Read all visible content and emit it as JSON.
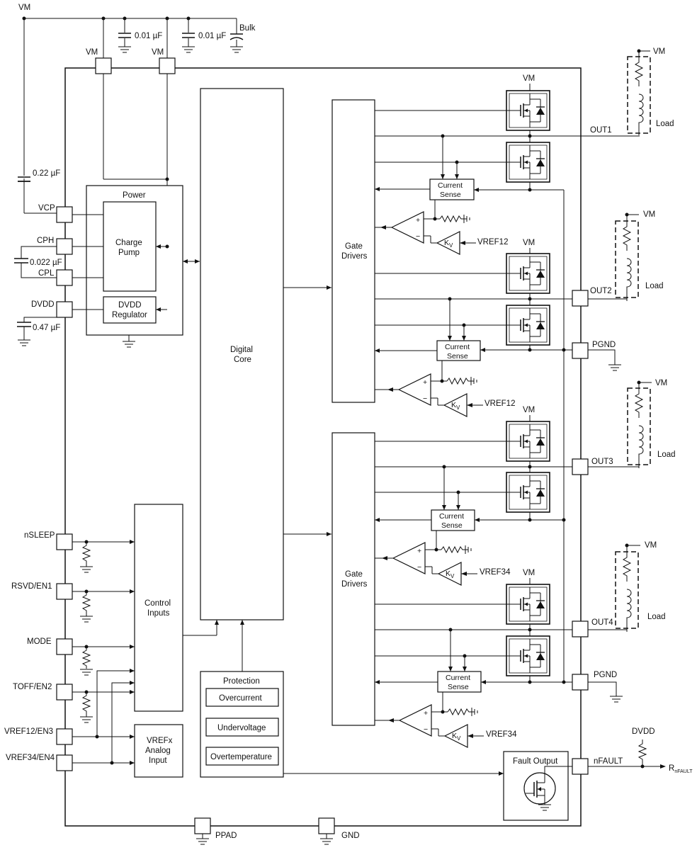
{
  "pins": {
    "vcp": "VCP",
    "cph": "CPH",
    "cpl": "CPL",
    "dvdd": "DVDD",
    "nsleep": "nSLEEP",
    "rsvd_en1": "RSVD/EN1",
    "mode": "MODE",
    "toff_en2": "TOFF/EN2",
    "vref12_en3": "VREF12/EN3",
    "vref34_en4": "VREF34/EN4",
    "out1": "OUT1",
    "out2": "OUT2",
    "out3": "OUT3",
    "out4": "OUT4",
    "pgnd": "PGND",
    "nfault": "nFAULT",
    "ppad": "PPAD",
    "gnd": "GND",
    "vm": "VM"
  },
  "caps": {
    "vm_1": "0.01 µF",
    "vm_2": "0.01 µF",
    "bulk": "Bulk",
    "vcp": "0.22 µF",
    "cp": "0.022 µF",
    "dvdd": "0.47 µF"
  },
  "blocks": {
    "power": "Power",
    "charge_pump": [
      "Charge",
      "Pump"
    ],
    "dvdd_regulator": [
      "DVDD",
      "Regulator"
    ],
    "digital_core": [
      "Digital",
      "Core"
    ],
    "gate_drivers": [
      "Gate",
      "Drivers"
    ],
    "current_sense": [
      "Current",
      "Sense"
    ],
    "control_inputs": [
      "Control",
      "Inputs"
    ],
    "vrefx_analog": [
      "VREFx",
      "Analog",
      "Input"
    ],
    "protection": "Protection",
    "overcurrent": "Overcurrent",
    "undervoltage": "Undervoltage",
    "overtemperature": "Overtemperature",
    "fault_output": "Fault Output"
  },
  "signals": {
    "vref12": "VREF12",
    "vref34": "VREF34",
    "kv_main": "K",
    "kv_sub": "V",
    "plus": "+",
    "minus": "−",
    "load": "Load",
    "vm": "VM",
    "dvdd": "DVDD",
    "rnfault_main": "R",
    "rnfault_sub": "nFAULT"
  }
}
